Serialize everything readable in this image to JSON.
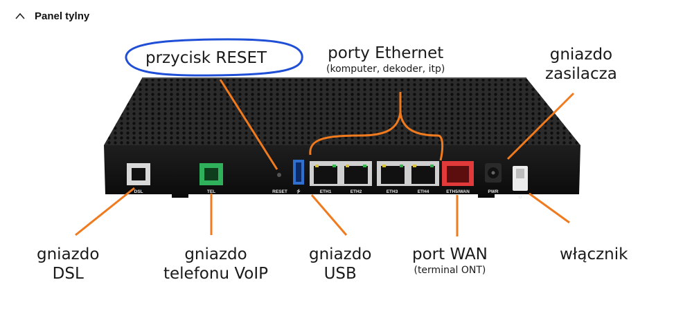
{
  "section": {
    "title": "Panel tylny",
    "expanded": true,
    "toggle_icon": "chevron-up-icon"
  },
  "annotations": {
    "reset": "przycisk RESET",
    "ethernet_title": "porty Ethernet",
    "ethernet_sub": "(komputer, dekoder, itp)",
    "power_socket_line1": "gniazdo",
    "power_socket_line2": "zasilacza",
    "dsl_line1": "gniazdo",
    "dsl_line2": "DSL",
    "voip_line1": "gniazdo",
    "voip_line2": "telefonu VoIP",
    "usb_line1": "gniazdo",
    "usb_line2": "USB",
    "wan_title": "port WAN",
    "wan_sub": "(terminal ONT)",
    "switch": "włącznik"
  },
  "device_labels": {
    "dsl": "DSL",
    "tel": "TEL",
    "reset": "RESET",
    "eth1": "ETH1",
    "eth2": "ETH2",
    "eth3": "ETH3",
    "eth4": "ETH4",
    "eth5": "ETH5/WAN",
    "pwr": "PWR"
  },
  "colors": {
    "annotation_line": "#f07a1e",
    "reset_circle": "#1f4fd6",
    "wan_port": "#e23a3a",
    "tel_port": "#2fb05a",
    "usb_port": "#2f6fd0"
  }
}
